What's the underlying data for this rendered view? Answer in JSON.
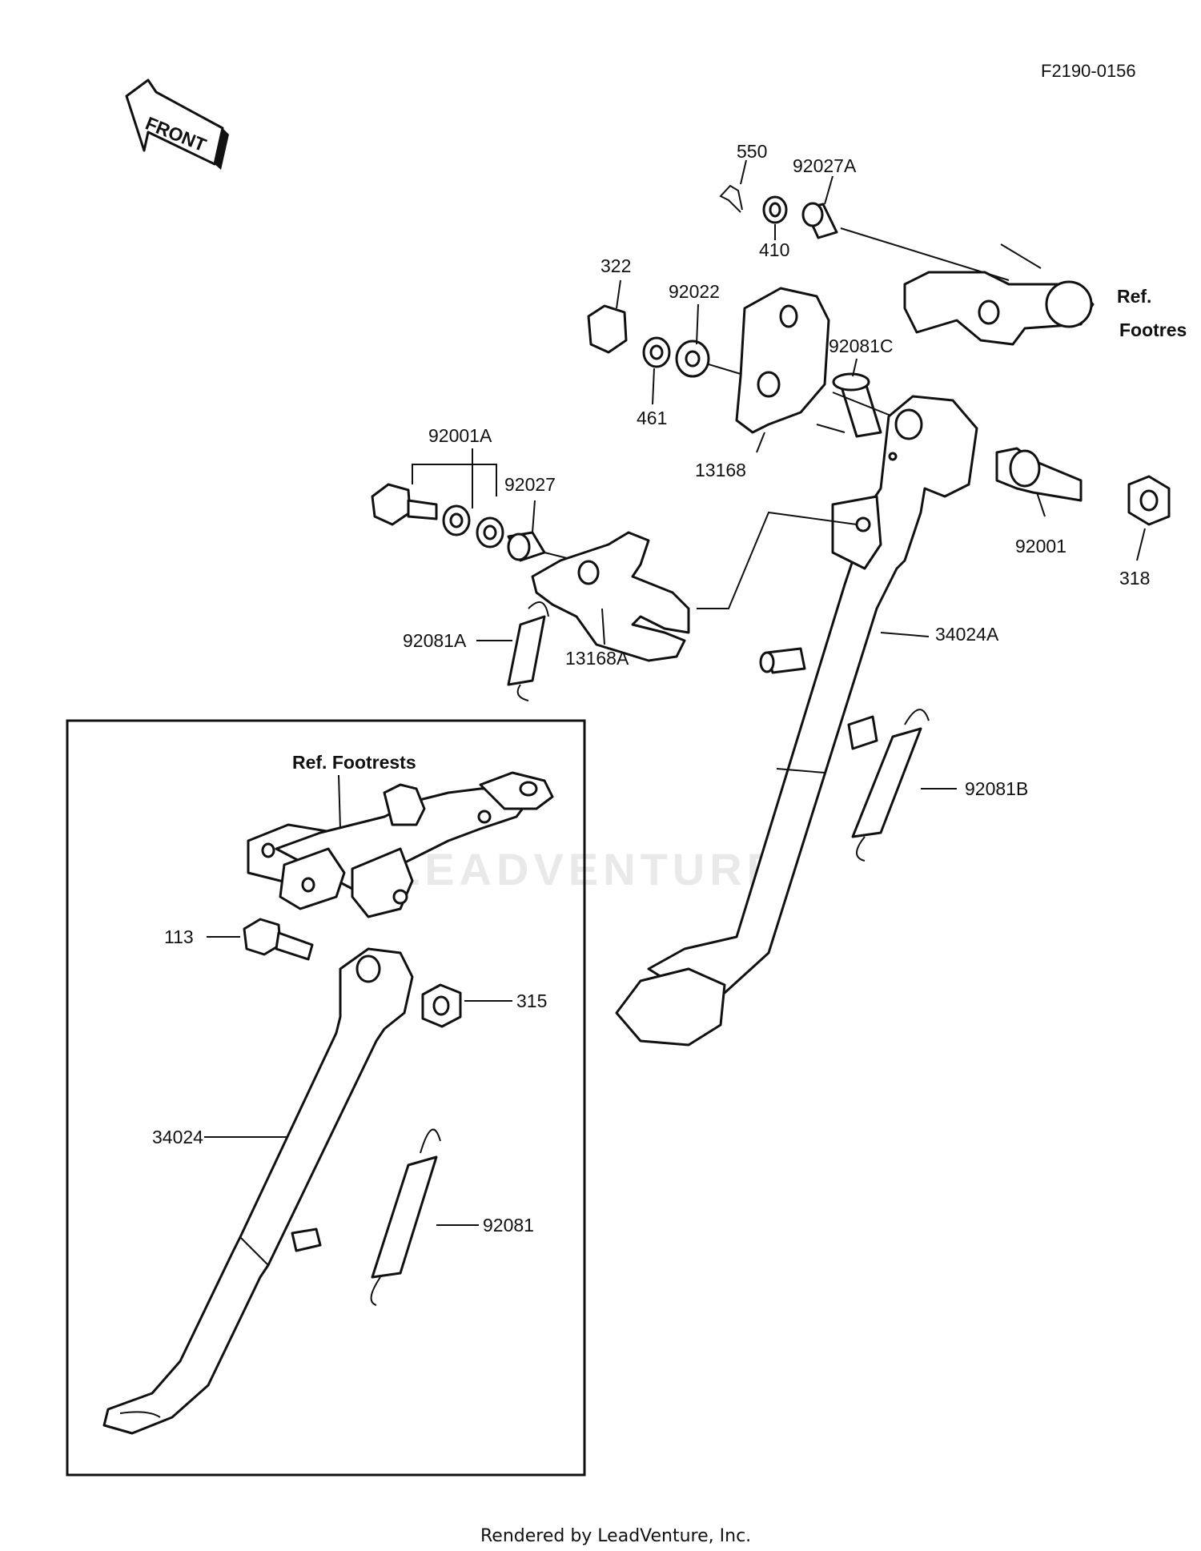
{
  "diagram_code": "F2190-0156",
  "front_label": "FRONT",
  "footer": "Rendered by LeadVenture, Inc.",
  "watermark": "LEADVENTURE",
  "ref_footrests_main_a": "Ref.",
  "ref_footrests_main_b": "Footres",
  "ref_footrests_inset": "Ref.  Footrests",
  "parts": {
    "p550": "550",
    "p92027A": "92027A",
    "p410": "410",
    "p322": "322",
    "p92022": "92022",
    "p461": "461",
    "p92081C": "92081C",
    "p13168": "13168",
    "p92001A": "92001A",
    "p92027": "92027",
    "p92001": "92001",
    "p318": "318",
    "p92081A": "92081A",
    "p13168A": "13168A",
    "p34024A": "34024A",
    "p92081B": "92081B",
    "p113": "113",
    "p315": "315",
    "p34024": "34024",
    "p92081": "92081"
  }
}
